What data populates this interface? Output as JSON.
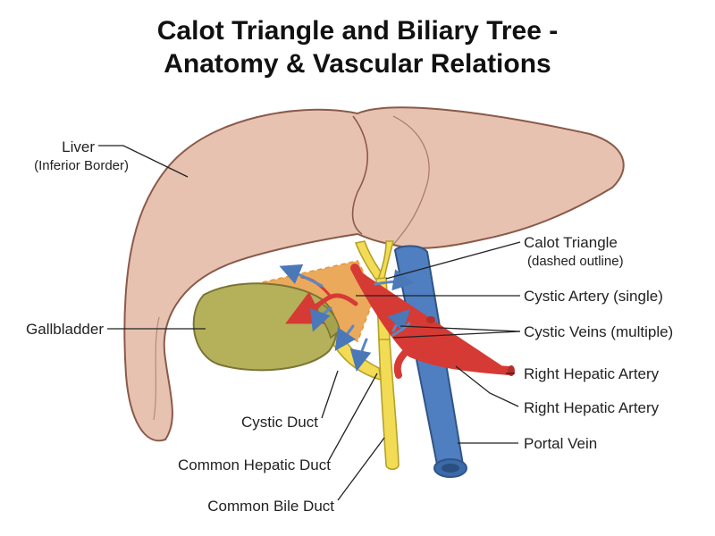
{
  "title": {
    "line1": "Calot Triangle and Biliary Tree -",
    "line2": "Anatomy & Vascular Relations"
  },
  "colors": {
    "liver": "#e8c2b0",
    "liver_outline": "#8a5a4a",
    "gallbladder": "#b5b15a",
    "bile_duct": "#f2dc55",
    "portal_vein": "#4f7fc0",
    "artery": "#d63a34",
    "veins": "#5b88c4",
    "triangle": "#e89a40"
  },
  "labels": {
    "liver": "Liver",
    "liver_sub": "(Inferior Border)",
    "gallbladder": "Gallbladder",
    "calot_triangle": "Calot Triangle",
    "calot_triangle_sub": "(dashed outline)",
    "cystic_artery": "Cystic Artery (single)",
    "cystic_veins": "Cystic Veins (multiple)",
    "right_hepatic_artery_1": "Right Hepatic Artery",
    "right_hepatic_artery_2": "Right Hepatic Artery",
    "portal_vein": "Portal Vein",
    "cystic_duct": "Cystic Duct",
    "common_hepatic_duct": "Common Hepatic Duct",
    "common_bile_duct": "Common Bile Duct"
  }
}
